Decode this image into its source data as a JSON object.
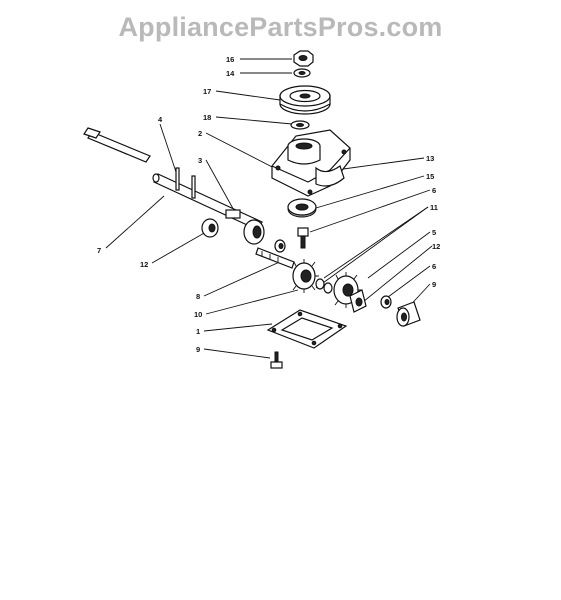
{
  "site": {
    "watermark": "AppliancePartsPros.com"
  },
  "diagram": {
    "callouts": [
      {
        "id": "c16",
        "label": "16"
      },
      {
        "id": "c14",
        "label": "14"
      },
      {
        "id": "c17",
        "label": "17"
      },
      {
        "id": "c18",
        "label": "18"
      },
      {
        "id": "c2",
        "label": "2"
      },
      {
        "id": "c4",
        "label": "4"
      },
      {
        "id": "c3",
        "label": "3"
      },
      {
        "id": "c13",
        "label": "13"
      },
      {
        "id": "c15",
        "label": "15"
      },
      {
        "id": "c6a",
        "label": "6"
      },
      {
        "id": "c11",
        "label": "11"
      },
      {
        "id": "c7",
        "label": "7"
      },
      {
        "id": "c12a",
        "label": "12"
      },
      {
        "id": "c5",
        "label": "5"
      },
      {
        "id": "c12b",
        "label": "12"
      },
      {
        "id": "c6b",
        "label": "6"
      },
      {
        "id": "c9a",
        "label": "9"
      },
      {
        "id": "c8",
        "label": "8"
      },
      {
        "id": "c10",
        "label": "10"
      },
      {
        "id": "c1",
        "label": "1"
      },
      {
        "id": "c9b",
        "label": "9"
      }
    ]
  }
}
